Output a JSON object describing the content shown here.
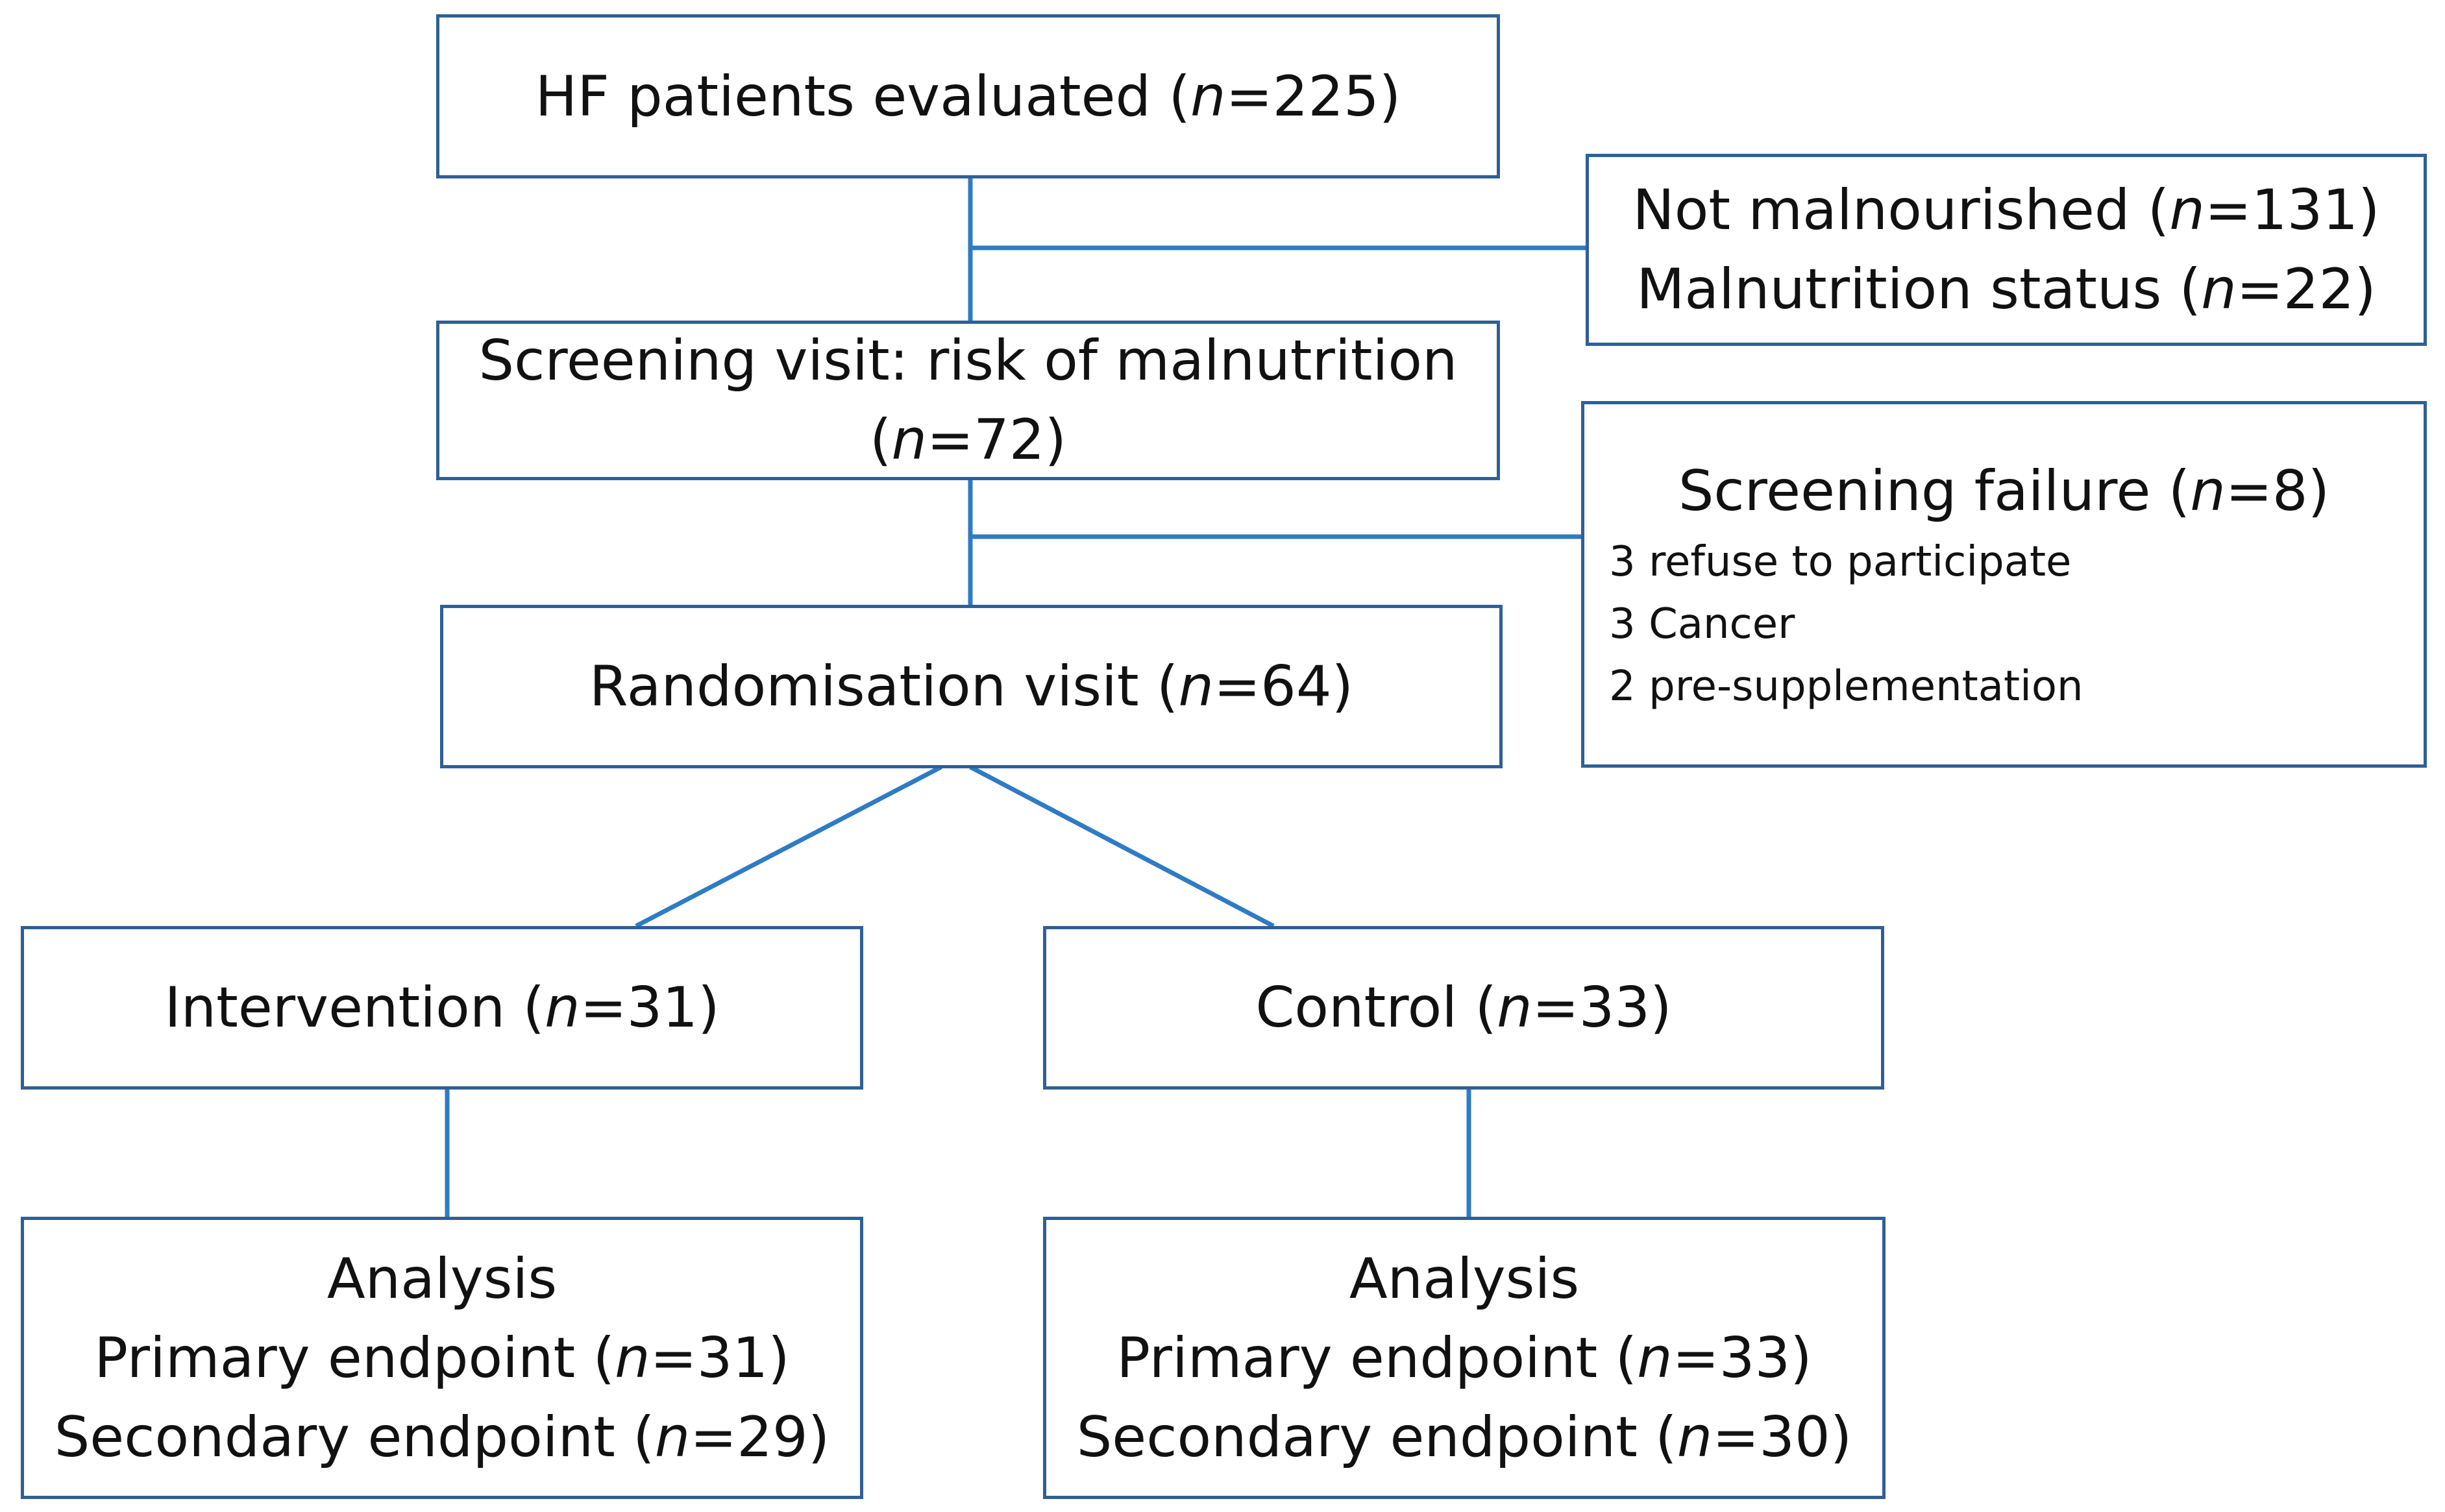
{
  "colors": {
    "border": "#2f5f96",
    "connector": "#2f7bc4",
    "text": "#111111"
  },
  "n_symbol": "n",
  "evaluated": {
    "pre": "HF patients evaluated (",
    "value": "=225)"
  },
  "excluded_1": {
    "line1": {
      "pre": "Not malnourished (",
      "value": "=131)"
    },
    "line2": {
      "pre": "Malnutrition status (",
      "value": "=22)"
    }
  },
  "screening": {
    "line1": "Screening visit: risk of malnutrition",
    "line2_pre": "(",
    "value": "=72)"
  },
  "failure": {
    "title_pre": "Screening failure (",
    "value": "=8)",
    "reasons": [
      "3 refuse to participate",
      "3 Cancer",
      "2 pre-supplementation"
    ]
  },
  "randomisation": {
    "pre": "Randomisation visit (",
    "value": "=64)"
  },
  "intervention": {
    "pre": "Intervention (",
    "value": "=31)"
  },
  "control": {
    "pre": "Control (",
    "value": "=33)"
  },
  "analysis_intervention": {
    "title": "Analysis",
    "primary": {
      "pre": "Primary endpoint (",
      "value": "=31)"
    },
    "secondary": {
      "pre": "Secondary endpoint (",
      "value": "=29)"
    }
  },
  "analysis_control": {
    "title": "Analysis",
    "primary": {
      "pre": "Primary endpoint (",
      "value": "=33)"
    },
    "secondary": {
      "pre": "Secondary endpoint (",
      "value": "=30)"
    }
  }
}
